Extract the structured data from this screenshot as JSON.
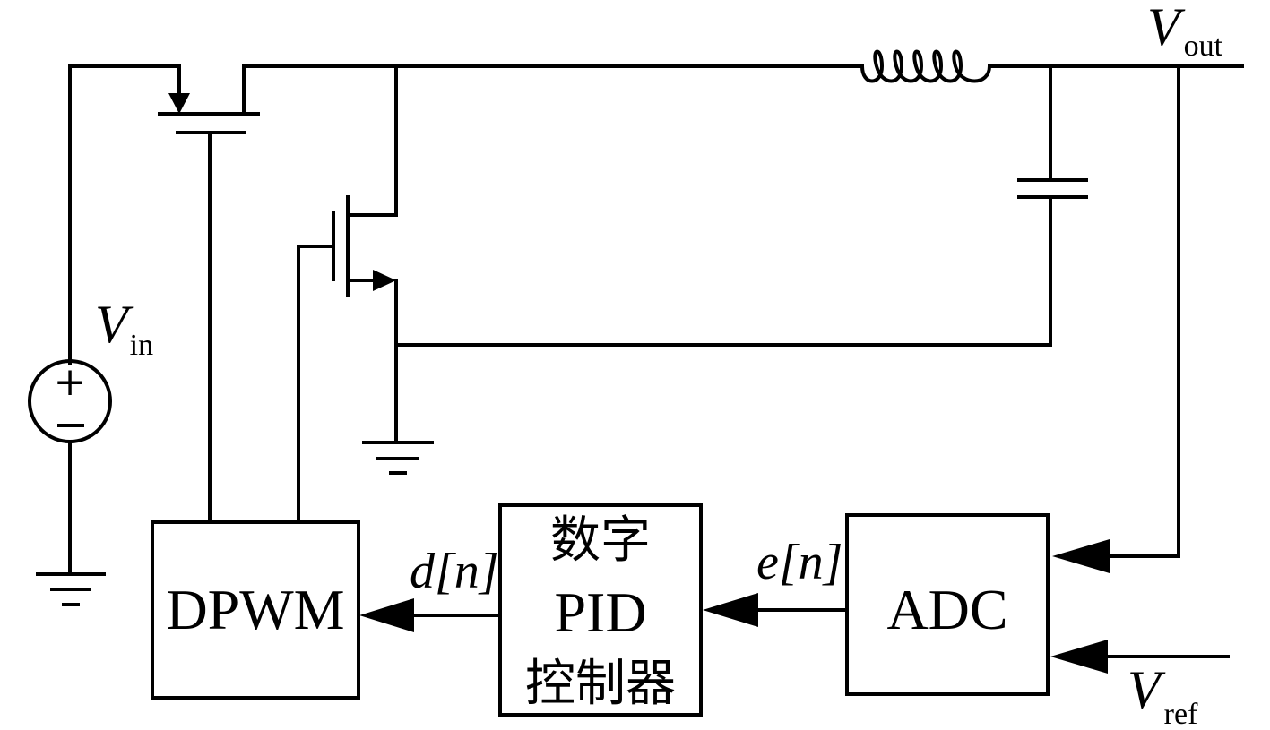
{
  "labels": {
    "vin": {
      "main": "V",
      "sub": "in"
    },
    "vout": {
      "main": "V",
      "sub": "out"
    },
    "vref": {
      "main": "V",
      "sub": "ref"
    },
    "dn": "d[n]",
    "en": "e[n]"
  },
  "blocks": {
    "dpwm": "DPWM",
    "pid": {
      "line1": "数字",
      "line2": "PID",
      "line3": "控制器"
    },
    "adc": "ADC"
  },
  "source_signs": {
    "plus": "+",
    "minus": "−"
  }
}
